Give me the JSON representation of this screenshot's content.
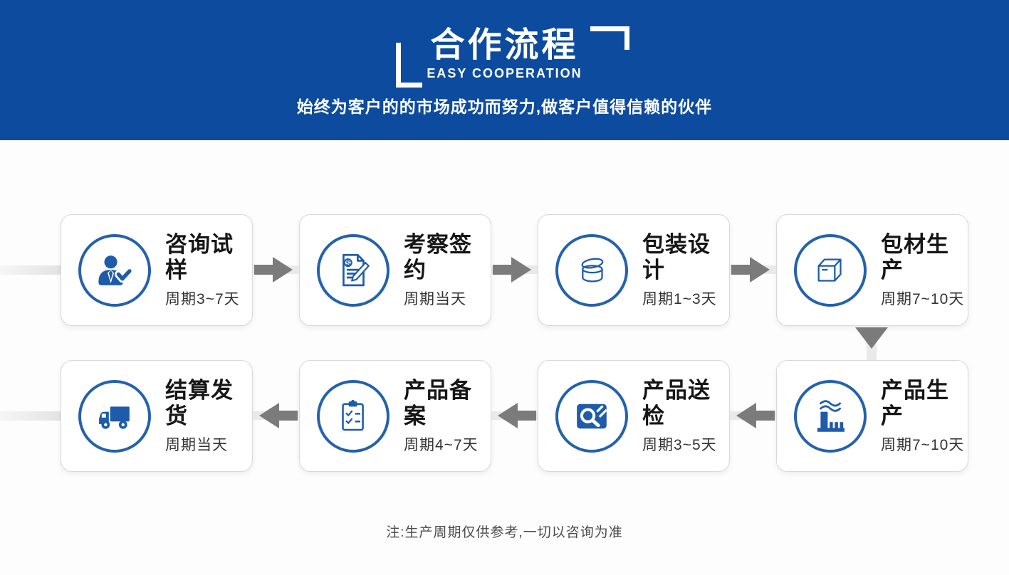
{
  "header": {
    "title": "合作流程",
    "subtitle": "EASY COOPERATION",
    "tagline": "始终为客户的的市场成功而努力,做客户值得信赖的伙伴"
  },
  "steps": [
    {
      "title": "咨询试样",
      "period": "周期3~7天",
      "icon": "consult-person-icon"
    },
    {
      "title": "考察签约",
      "period": "周期当天",
      "icon": "contract-sign-icon"
    },
    {
      "title": "包装设计",
      "period": "周期1~3天",
      "icon": "jar-design-icon"
    },
    {
      "title": "包材生产",
      "period": "周期7~10天",
      "icon": "package-box-icon"
    },
    {
      "title": "产品生产",
      "period": "周期7~10天",
      "icon": "factory-icon"
    },
    {
      "title": "产品送检",
      "period": "周期3~5天",
      "icon": "inspection-magnifier-icon"
    },
    {
      "title": "产品备案",
      "period": "周期4~7天",
      "icon": "clipboard-record-icon"
    },
    {
      "title": "结算发货",
      "period": "周期当天",
      "icon": "delivery-truck-icon"
    }
  ],
  "footer": {
    "note": "注:生产周期仅供参考,一切以咨询为准"
  },
  "colors": {
    "banner_blue": "#0c4b9e",
    "icon_blue": "#1e5caa",
    "arrow_gray": "#7b7b7b",
    "band_gray": "#e9e9e9"
  }
}
